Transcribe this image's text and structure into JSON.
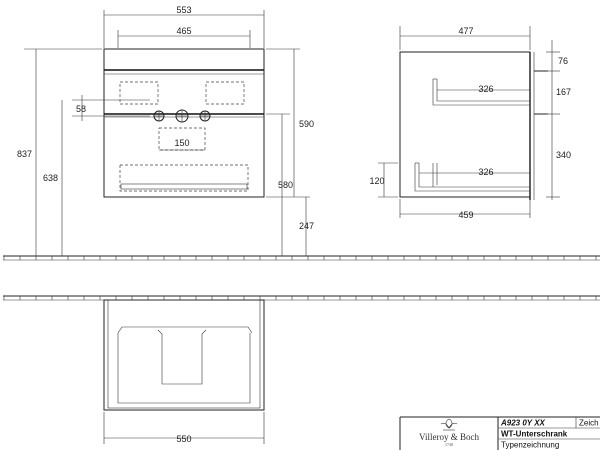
{
  "dimensions": {
    "front_width_total": "553",
    "front_width_inner": "465",
    "hole_spacing": "150",
    "top_to_holes": "58",
    "total_height": "837",
    "floor_to_holes": "638",
    "cabinet_height": "590",
    "floor_to_top_rail": "580",
    "floor_clearance": "247",
    "side_depth_total": "477",
    "side_depth_inner": "459",
    "side_top_offset": "76",
    "side_upper_drawer": "167",
    "side_lower_drawer": "340",
    "side_bottom_offset": "120",
    "drawer_depth_upper": "326",
    "drawer_depth_lower": "326",
    "plan_width": "550"
  },
  "title_block": {
    "article_no": "A923 0Y XX",
    "zeichnung_label": "Zeich",
    "product_name": "WT-Unterschrank",
    "drawing_type": "Typenzeichnung"
  },
  "logo": {
    "brand": "Villeroy & Boch",
    "year": "1748"
  },
  "colors": {
    "line": "#222222",
    "text": "#222222",
    "background": "#ffffff"
  }
}
